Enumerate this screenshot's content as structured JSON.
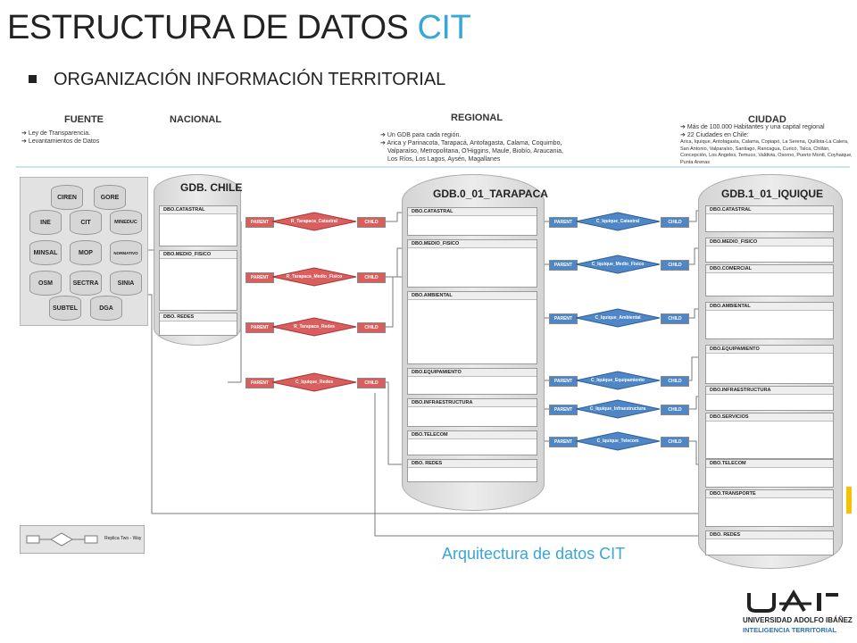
{
  "title": {
    "main": "ESTRUCTURA DE DATOS",
    "accent": "CIT"
  },
  "subtitle": "ORGANIZACIÓN INFORMACIÓN TERRITORIAL",
  "columns": {
    "fuente": "FUENTE",
    "nacional": "NACIONAL",
    "regional": "REGIONAL",
    "ciudad": "CIUDAD"
  },
  "notes": {
    "fuente": [
      "Ley de Transparencia.",
      "Levantamientos de Datos"
    ],
    "regional": [
      "Un GDB para cada región.",
      "Arica y Parinacota, Tarapacá, Antofagasta, Calama, Coquimbo,",
      "Valparaíso, Metropolitana, O'Higgins, Maule, Biobío, Araucania,",
      "Los Ríos, Los Lagos, Aysén, Magallanes"
    ],
    "ciudad": [
      "Más de 100.000 Habitantes y una capital regional",
      "22 Ciudades en Chile:",
      "Arica, Iquique, Antofagasta, Calama, Copiapó, La Serena, Quillota-La Calera,",
      "San Antonio, Valparaíso, Santiago, Rancagua, Curicó, Talca, Chillán,",
      "Concepción, Los Angeles, Temuco, Valdivia, Osorno, Puerto Montt, Coyhaique,",
      "Punta Arenas"
    ]
  },
  "sources": [
    "CIREN",
    "GORE",
    "INE",
    "CIT",
    "MINEDUC",
    "MINSAL",
    "MOP",
    "NORMATIVO",
    "OSM",
    "SECTRA",
    "SINIA",
    "SUBTEL",
    "DGA"
  ],
  "databases": {
    "nacional": {
      "title": "GDB. CHILE",
      "schemas": [
        "DBO.CATASTRAL",
        "DBO.MEDIO_FISICO",
        "DBO. REDES"
      ]
    },
    "regional": {
      "title": "GDB.0_01_TARAPACA",
      "schemas": [
        "DBO.CATASTRAL",
        "DBO.MEDIO_FISICO",
        "DBO.AMBIENTAL",
        "DBO.EQUIPAMIENTO",
        "DBO.INFRAESTRUCTURA",
        "DBO.TELECOM",
        "DBO. REDES"
      ]
    },
    "ciudad": {
      "title": "GDB.1_01_IQUIQUE",
      "schemas": [
        "DBO.CATASTRAL",
        "DBO.MEDIO_FISICO",
        "DBO.COMERCIAL",
        "DBO.AMBIENTAL",
        "DBO.EQUIPAMIENTO",
        "DBO.INFRAESTRUCTURA",
        "DBO.SERVICIOS",
        "DBO.TELECOM",
        "DBO.TRANSPORTE",
        "DBO. REDES"
      ]
    }
  },
  "relations_left": [
    {
      "parent": "PARENT",
      "name": "R_Tarapaca_Catastral",
      "child": "CHILD"
    },
    {
      "parent": "PARENT",
      "name": "R_Tarapaca_Medio_Fisico",
      "child": "CHILD"
    },
    {
      "parent": "PARENT",
      "name": "R_Tarapaca_Redes",
      "child": "CHILD"
    },
    {
      "parent": "PARENT",
      "name": "C_Iquique_Redes",
      "child": "CHILD"
    }
  ],
  "relations_right": [
    {
      "parent": "PARENT",
      "name": "C_Iquique_Catastral",
      "child": "CHILD"
    },
    {
      "parent": "PARENT",
      "name": "C_Iquique_Medio_Fisico",
      "child": "CHILD"
    },
    {
      "parent": "PARENT",
      "name": "C_Iquique_Ambiental",
      "child": "CHILD"
    },
    {
      "parent": "PARENT",
      "name": "C_Iquique_Equipamiento",
      "child": "CHILD"
    },
    {
      "parent": "PARENT",
      "name": "C_Iquique_Infraestructura",
      "child": "CHILD"
    },
    {
      "parent": "PARENT",
      "name": "C_Iquique_Telecom",
      "child": "CHILD"
    }
  ],
  "legend": "Replica Two - Way",
  "caption": "Arquitectura de datos CIT",
  "logo": {
    "mark": "UAI",
    "name": "UNIVERSIDAD ADOLFO IBÁÑEZ",
    "unit": "INTELIGENCIA TERRITORIAL"
  },
  "colors": {
    "accent": "#3aa6d6",
    "relation_red": "#d95f5f",
    "relation_blue": "#4f86c6",
    "logo_blue": "#2e6fb5"
  }
}
